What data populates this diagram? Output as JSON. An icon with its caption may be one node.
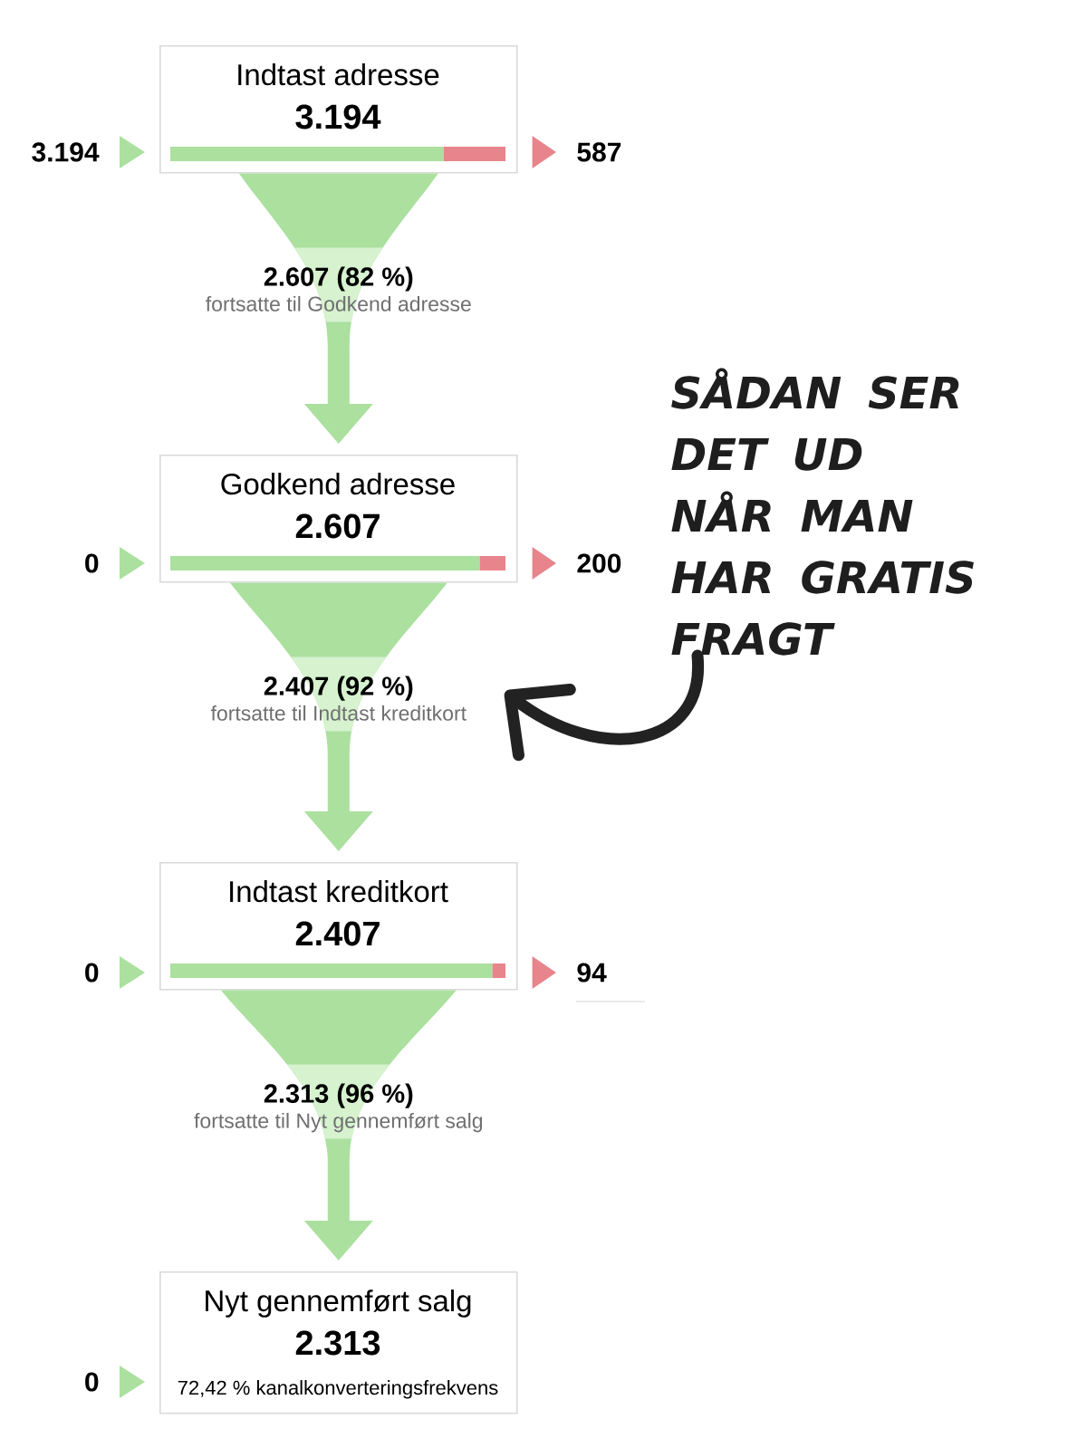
{
  "diagram": {
    "nodes": [
      {
        "text": [
          "Indtast adresse",
          "3.194"
        ]
      },
      {
        "text": [
          "3.194"
        ]
      },
      {
        "text": [
          "587"
        ]
      },
      {
        "text": [
          "Godkend adresse",
          "2.607"
        ]
      },
      {
        "text": [
          "0"
        ]
      },
      {
        "text": [
          "200"
        ]
      },
      {
        "text": [
          "SÅDAN SER DET UD NÅR MAN HAR GRATIS FRAGT"
        ]
      },
      {
        "text": [
          "Indtast kreditkort",
          "2.407"
        ]
      },
      {
        "text": [
          "0"
        ]
      },
      {
        "text": [
          "94"
        ]
      },
      {
        "text": [
          "Nyt gennemført salg",
          "2.313",
          "72,42 % kanalkonverteringsfrekvens"
        ]
      },
      {
        "text": [
          "0"
        ]
      }
    ],
    "edges": [
      {
        "from": 1,
        "to": 0,
        "arrow": "to"
      },
      {
        "from": 0,
        "to": 2,
        "arrow": "to",
        "color": "#e8848c"
      },
      {
        "from": 0,
        "to": 3,
        "arrow": "to",
        "label": "2.607 (82 %)",
        "style": "thick"
      },
      {
        "from": 4,
        "to": 3,
        "arrow": "to"
      },
      {
        "from": 3,
        "to": 5,
        "arrow": "to",
        "color": "#e8848c"
      },
      {
        "from": 3,
        "to": 7,
        "arrow": "to",
        "label": "2.407 (92 %)",
        "style": "thick"
      },
      {
        "from": 6,
        "to": null,
        "arrow": "to",
        "color": "#222222"
      },
      {
        "from": 8,
        "to": 7,
        "arrow": "to"
      },
      {
        "from": 7,
        "to": 9,
        "arrow": "to",
        "color": "#e8848c"
      },
      {
        "from": 7,
        "to": 10,
        "arrow": "to",
        "label": "2.313 (96 %)",
        "style": "thick"
      },
      {
        "from": 11,
        "to": 10,
        "arrow": "to"
      }
    ],
    "labels": [
      "fortsatte til Godkend adresse",
      "fortsatte til Indtast kreditkort",
      "fortsatte til Nyt gennemført salg"
    ]
  }
}
